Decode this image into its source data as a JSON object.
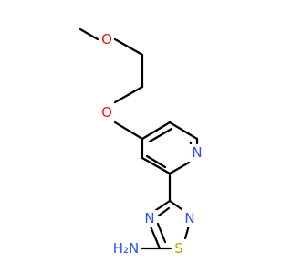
{
  "molecule": {
    "colors": {
      "carbon_bond": "#000000",
      "oxygen": "#ff0d0d",
      "nitrogen": "#3050f8",
      "sulfur": "#b8a800"
    },
    "atoms": {
      "ether_oxygen_top": "O",
      "ether_oxygen_ring": "O",
      "pyridine_nitrogen": "N",
      "thiadiazole_nitrogen_left": "N",
      "thiadiazole_nitrogen_right": "N",
      "thiadiazole_sulfur": "S",
      "amine": "H₂N"
    }
  }
}
